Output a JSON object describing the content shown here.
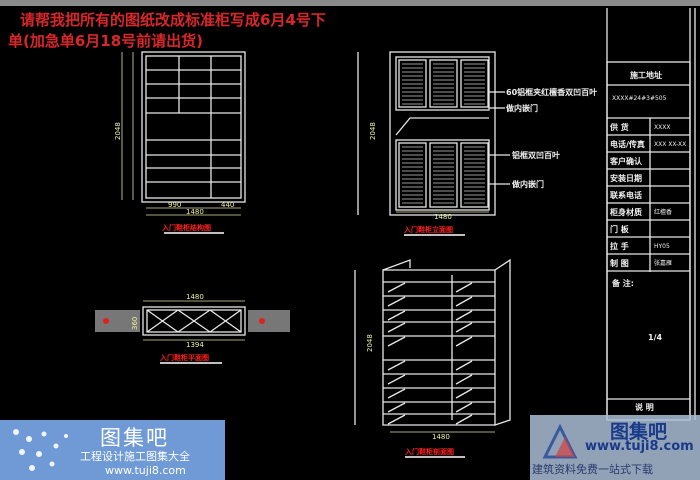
{
  "note": {
    "line1": "请帮我把所有的图纸改成标准柜写成6月4号下",
    "line2": "单(加急单6月18号前请出货)"
  },
  "drawings": {
    "structure": {
      "title": "入门鞋柜结构图",
      "height": "2048",
      "width_left": "990",
      "width_right": "440",
      "width_total": "1480"
    },
    "elevation": {
      "title": "入门鞋柜立面图",
      "height": "2048",
      "width_total": "1480",
      "labels": [
        "60铝框夹红檀香双凹百叶",
        "做内嵌门",
        "铝框双凹百叶",
        "做内嵌门"
      ]
    },
    "plan": {
      "title": "入门鞋柜平面图",
      "width_top": "1480",
      "depth": "360",
      "width_bottom": "1394"
    },
    "section": {
      "title": "入门鞋柜剖面图",
      "height": "2048",
      "width_total": "1480"
    }
  },
  "title_block": {
    "header": "施工地址",
    "address": "XXXX#24#3#505",
    "rows": [
      {
        "label": "供  货",
        "value": "XXXX"
      },
      {
        "label": "电话/传真",
        "value": "XXX XX-XX"
      },
      {
        "label": "客户确认",
        "value": ""
      },
      {
        "label": "安装日期",
        "value": ""
      },
      {
        "label": "联系电话",
        "value": ""
      },
      {
        "label": "柜身材质",
        "value": "红檀香"
      },
      {
        "label": "门  板",
        "value": ""
      },
      {
        "label": "拉  手",
        "value": "HY05"
      },
      {
        "label": "制  图",
        "value": "张嘉雁"
      }
    ],
    "remarks": "备  注:",
    "page": "1/4",
    "footer": "说  明"
  },
  "watermark_left": {
    "logo": "图集吧",
    "tagline": "工程设计施工图集大全",
    "url": "www.tuji8.com"
  },
  "watermark_right": {
    "logo": "图集吧",
    "url": "www.tuji8.com",
    "tagline": "建筑资料免费一站式下载"
  },
  "colors": {
    "background": "#000000",
    "line": "#e8e8e8",
    "dimension": "#f0f0a0",
    "title_red": "#ff2020",
    "note_red": "#d8262a"
  }
}
